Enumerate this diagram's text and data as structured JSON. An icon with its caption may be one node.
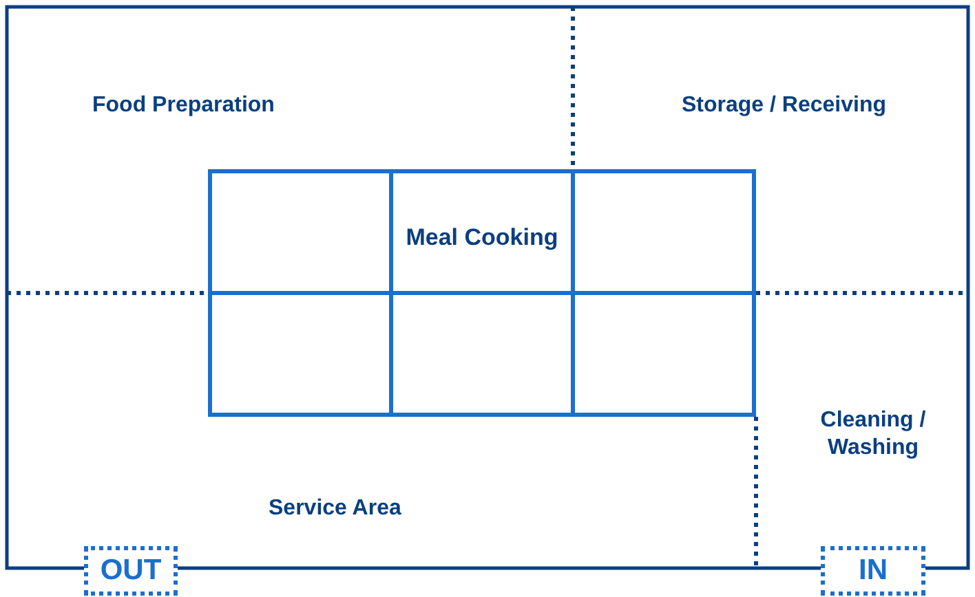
{
  "diagram": {
    "nodes": [
      {
        "text": [
          "Meal Cooking"
        ]
      },
      {
        "text": [
          "OUT"
        ]
      },
      {
        "text": [
          "IN"
        ]
      }
    ],
    "edges": [],
    "labels": [
      "Food Preparation",
      "Storage / Receiving",
      "Cleaning / Washing",
      "Service Area"
    ]
  }
}
